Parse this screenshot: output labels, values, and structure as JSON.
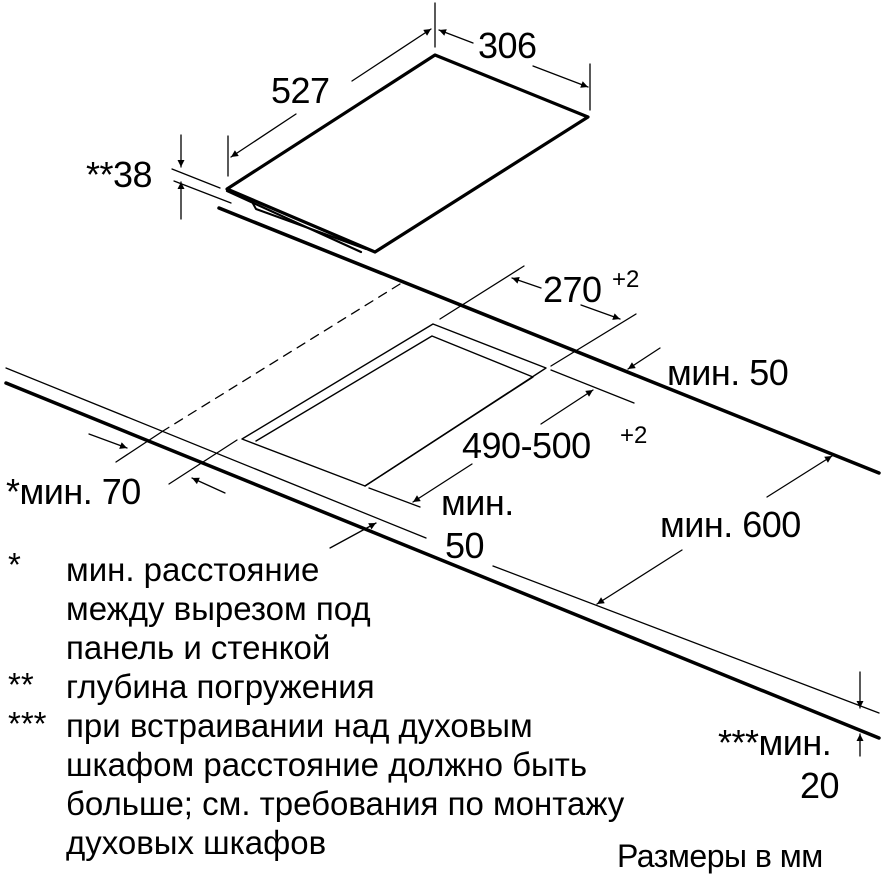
{
  "dimensions": {
    "hob_depth": "527",
    "hob_width": "306",
    "hob_immersion": "**38",
    "cutout_width": "270",
    "cutout_width_tol": "+2",
    "cutout_depth": "490-500",
    "cutout_depth_tol": "+2",
    "back_min": "мин. 50",
    "side_min": "*мин. 70",
    "front_min_label": "мин.",
    "front_min_value": "50",
    "worktop_min": "мин. 600",
    "oven_min_label": "***мин.",
    "oven_min_value": "20"
  },
  "footnotes": [
    {
      "marker": "*",
      "lines": [
        "мин. расстояние",
        "между вырезом под",
        "панель и стенкой"
      ]
    },
    {
      "marker": "**",
      "lines": [
        "глубина погружения"
      ]
    },
    {
      "marker": "***",
      "lines": [
        "при встраивании над духовым",
        "шкафом расстояние должно быть",
        "больше; см. требования по монтажу",
        "духовых шкафов"
      ]
    }
  ],
  "units_note": "Размеры в мм",
  "colors": {
    "line": "#000000",
    "background": "#ffffff"
  }
}
